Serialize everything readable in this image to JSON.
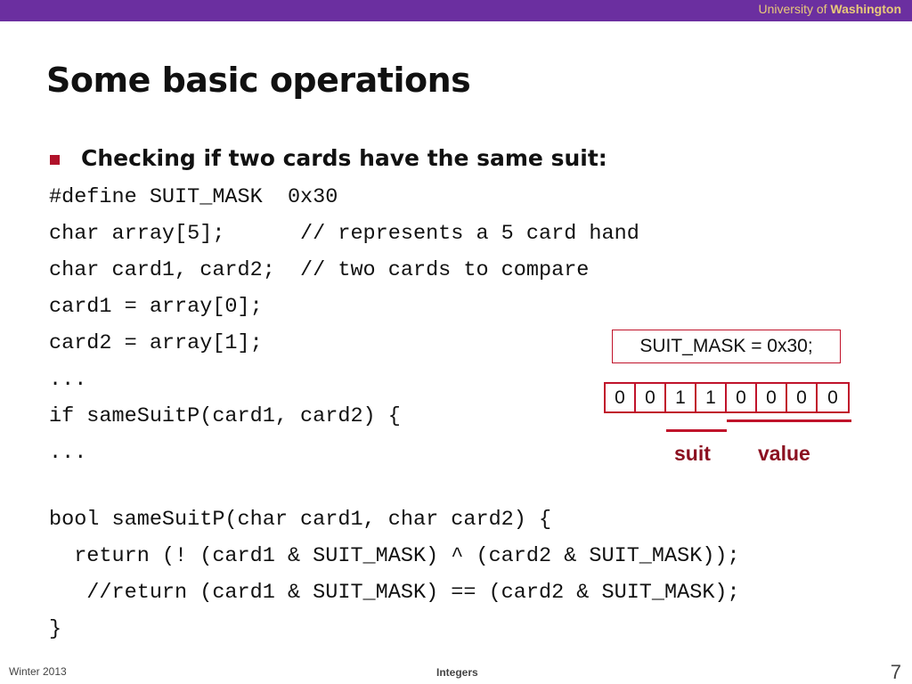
{
  "header": {
    "brand_prefix": "University of ",
    "brand_name": "Washington",
    "accent_color": "#6b2fa0",
    "brand_color": "#e8c97a"
  },
  "slide": {
    "title": "Some basic operations",
    "bullet": "Checking if two cards have the same suit:",
    "bullet_color": "#b0122a",
    "code_lines": [
      "#define SUIT_MASK  0x30",
      "char array[5];      // represents a 5 card hand",
      "char card1, card2;  // two cards to compare",
      "card1 = array[0];",
      "card2 = array[1];",
      "...",
      "if sameSuitP(card1, card2) {",
      "...",
      "bool sameSuitP(char card1, char card2) {",
      "  return (! (card1 & SUIT_MASK) ^ (card2 & SUIT_MASK));",
      "   //return (card1 & SUIT_MASK) == (card2 & SUIT_MASK);",
      "}"
    ]
  },
  "diagram": {
    "mask_label": "SUIT_MASK = 0x30;",
    "bits": [
      "0",
      "0",
      "1",
      "1",
      "0",
      "0",
      "0",
      "0"
    ],
    "suit_label": "suit",
    "value_label": "value",
    "line_color": "#c0132b",
    "label_color": "#8b1020"
  },
  "footer": {
    "term": "Winter 2013",
    "topic": "Integers",
    "page": "7"
  }
}
